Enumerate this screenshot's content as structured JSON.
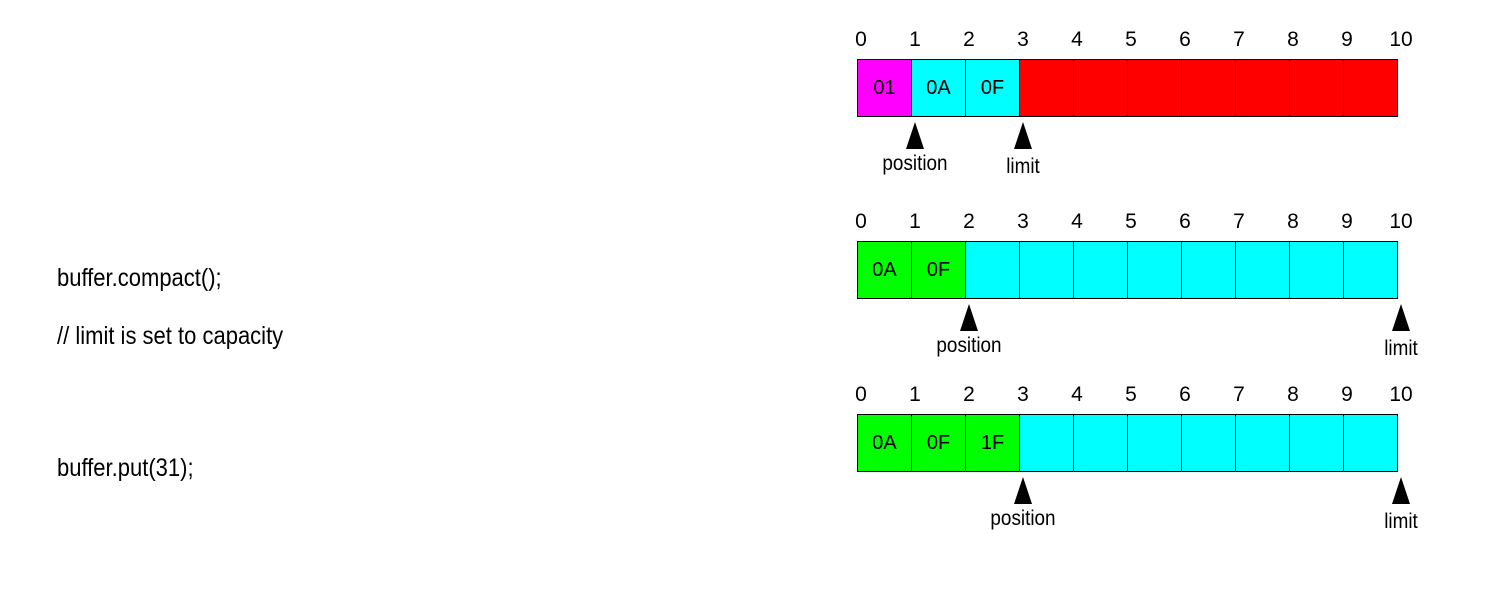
{
  "code_lines": [
    {
      "text": "buffer.compact();"
    },
    {
      "text": "// limit is set to capacity"
    },
    {
      "text": "buffer.put(31);"
    }
  ],
  "index_labels": [
    "0",
    "1",
    "2",
    "3",
    "4",
    "5",
    "6",
    "7",
    "8",
    "9",
    "10"
  ],
  "colors": {
    "magenta": "#ff00ff",
    "cyan": "#00ffff",
    "red": "#ff0000",
    "green": "#00ff00"
  },
  "rows": [
    {
      "cells": [
        {
          "value": "01",
          "color": "magenta"
        },
        {
          "value": "0A",
          "color": "cyan"
        },
        {
          "value": "0F",
          "color": "cyan"
        },
        {
          "value": "",
          "color": "red"
        },
        {
          "value": "",
          "color": "red"
        },
        {
          "value": "",
          "color": "red"
        },
        {
          "value": "",
          "color": "red"
        },
        {
          "value": "",
          "color": "red"
        },
        {
          "value": "",
          "color": "red"
        },
        {
          "value": "",
          "color": "red"
        }
      ],
      "pointers": [
        {
          "label": "position",
          "index": 1
        },
        {
          "label": "limit",
          "index": 3
        }
      ]
    },
    {
      "cells": [
        {
          "value": "0A",
          "color": "green"
        },
        {
          "value": "0F",
          "color": "green"
        },
        {
          "value": "",
          "color": "cyan"
        },
        {
          "value": "",
          "color": "cyan"
        },
        {
          "value": "",
          "color": "cyan"
        },
        {
          "value": "",
          "color": "cyan"
        },
        {
          "value": "",
          "color": "cyan"
        },
        {
          "value": "",
          "color": "cyan"
        },
        {
          "value": "",
          "color": "cyan"
        },
        {
          "value": "",
          "color": "cyan"
        }
      ],
      "pointers": [
        {
          "label": "position",
          "index": 2
        },
        {
          "label": "limit",
          "index": 10
        }
      ]
    },
    {
      "cells": [
        {
          "value": "0A",
          "color": "green"
        },
        {
          "value": "0F",
          "color": "green"
        },
        {
          "value": "1F",
          "color": "green"
        },
        {
          "value": "",
          "color": "cyan"
        },
        {
          "value": "",
          "color": "cyan"
        },
        {
          "value": "",
          "color": "cyan"
        },
        {
          "value": "",
          "color": "cyan"
        },
        {
          "value": "",
          "color": "cyan"
        },
        {
          "value": "",
          "color": "cyan"
        },
        {
          "value": "",
          "color": "cyan"
        }
      ],
      "pointers": [
        {
          "label": "position",
          "index": 3
        },
        {
          "label": "limit",
          "index": 10
        }
      ]
    }
  ]
}
